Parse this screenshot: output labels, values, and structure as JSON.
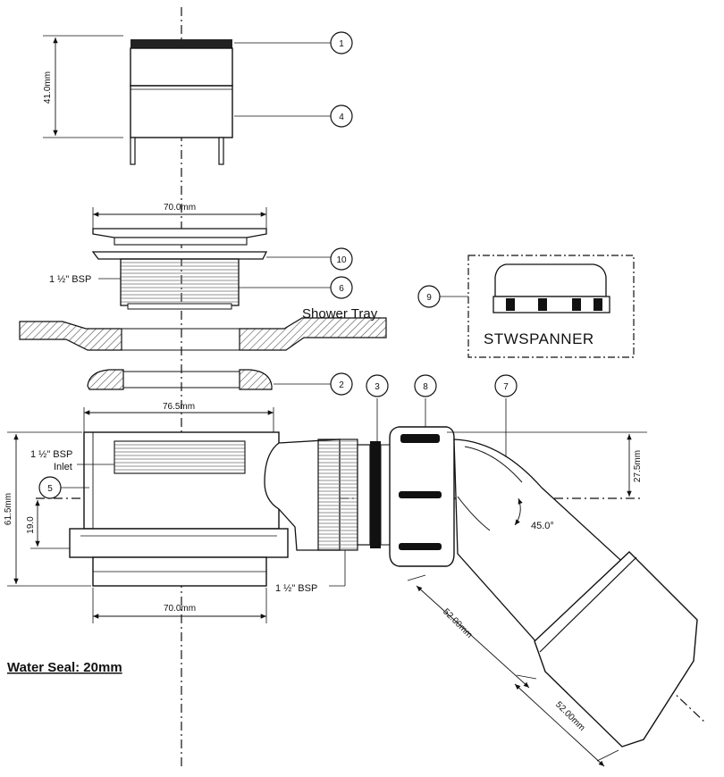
{
  "title": "",
  "callouts": [
    "1",
    "4",
    "10",
    "6",
    "2",
    "3",
    "8",
    "7",
    "5",
    "9"
  ],
  "dimensions": {
    "cap_height": "41.0mm",
    "grate_width": "70.0mm",
    "body_width": "76.5mm",
    "body_height": "61.5mm",
    "inlet_offset": "19.0",
    "outlet_offset": "27.5mm",
    "base_width": "70.0mm",
    "pipe_length_1": "52.00mm",
    "pipe_length_2": "52.00mm",
    "angle": "45.0°"
  },
  "labels": {
    "bsp_top": "1 ½\" BSP",
    "shower_tray": "Shower Tray",
    "bsp_inlet_line1": "1 ½\" BSP",
    "bsp_inlet_line2": "Inlet",
    "bsp_bottom": "1 ½\" BSP",
    "spanner": "STWSPANNER",
    "water_seal": "Water Seal: 20mm"
  },
  "colors": {
    "line": "#111111",
    "hatch": "#555555",
    "background": "#ffffff"
  }
}
